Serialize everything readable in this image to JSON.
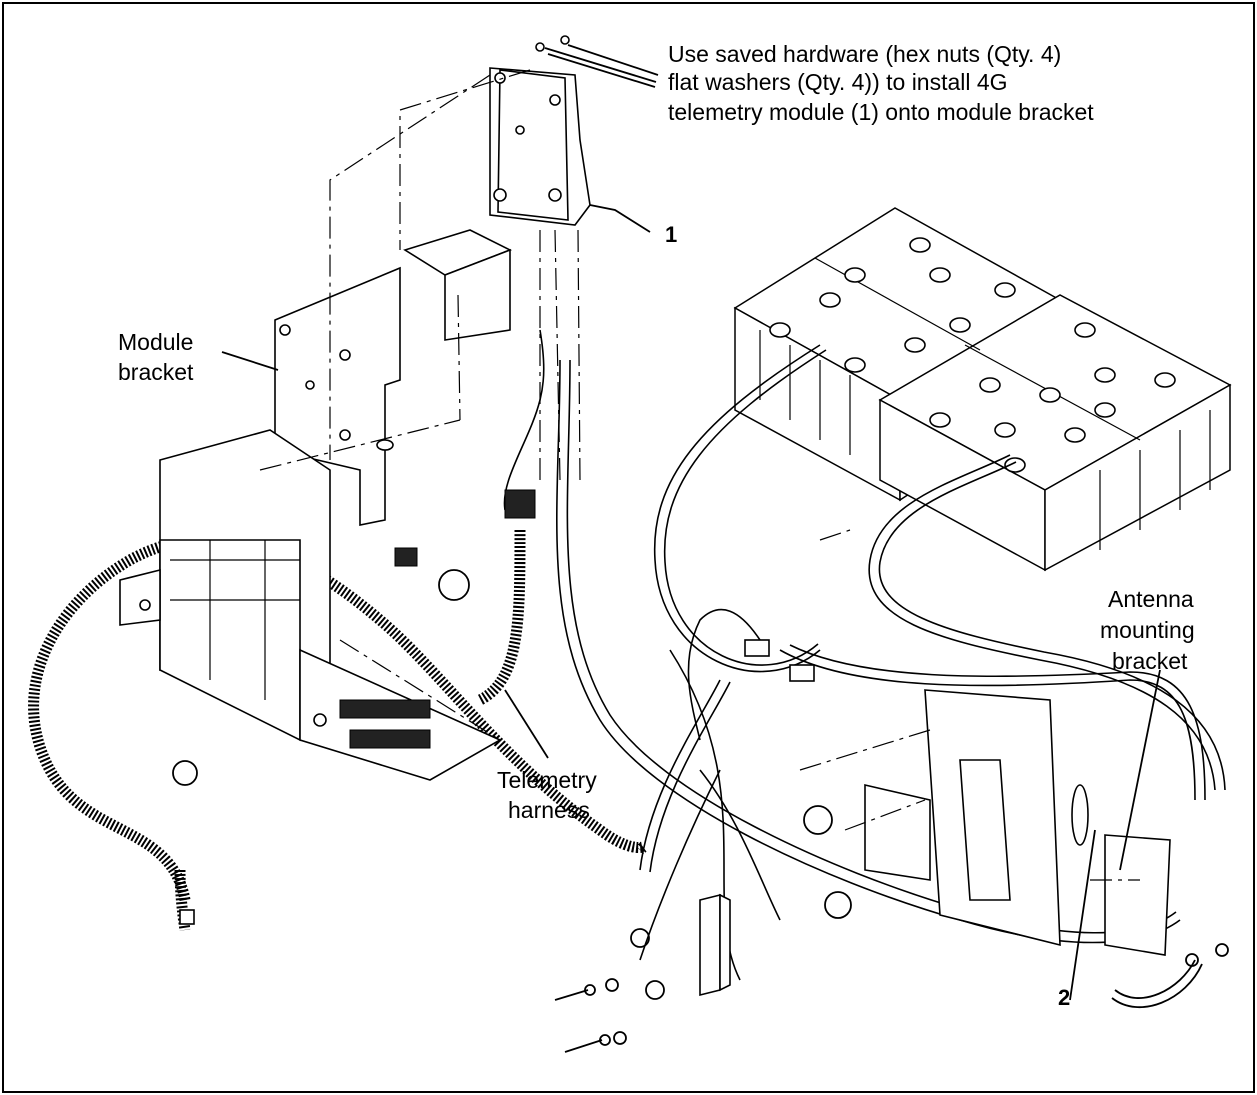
{
  "figure": {
    "note_lines": [
      "Use saved hardware (hex nuts (Qty. 4)",
      "flat washers (Qty. 4)) to install 4G",
      "telemetry module (1) onto module bracket"
    ],
    "module_bracket_lines": [
      "Module",
      "bracket"
    ],
    "telemetry_harness_lines": [
      "Telemetry",
      "harness"
    ],
    "antenna_bracket_lines": [
      "Antenna",
      "mounting",
      "bracket"
    ],
    "callout_1": "1",
    "callout_2": "2"
  }
}
